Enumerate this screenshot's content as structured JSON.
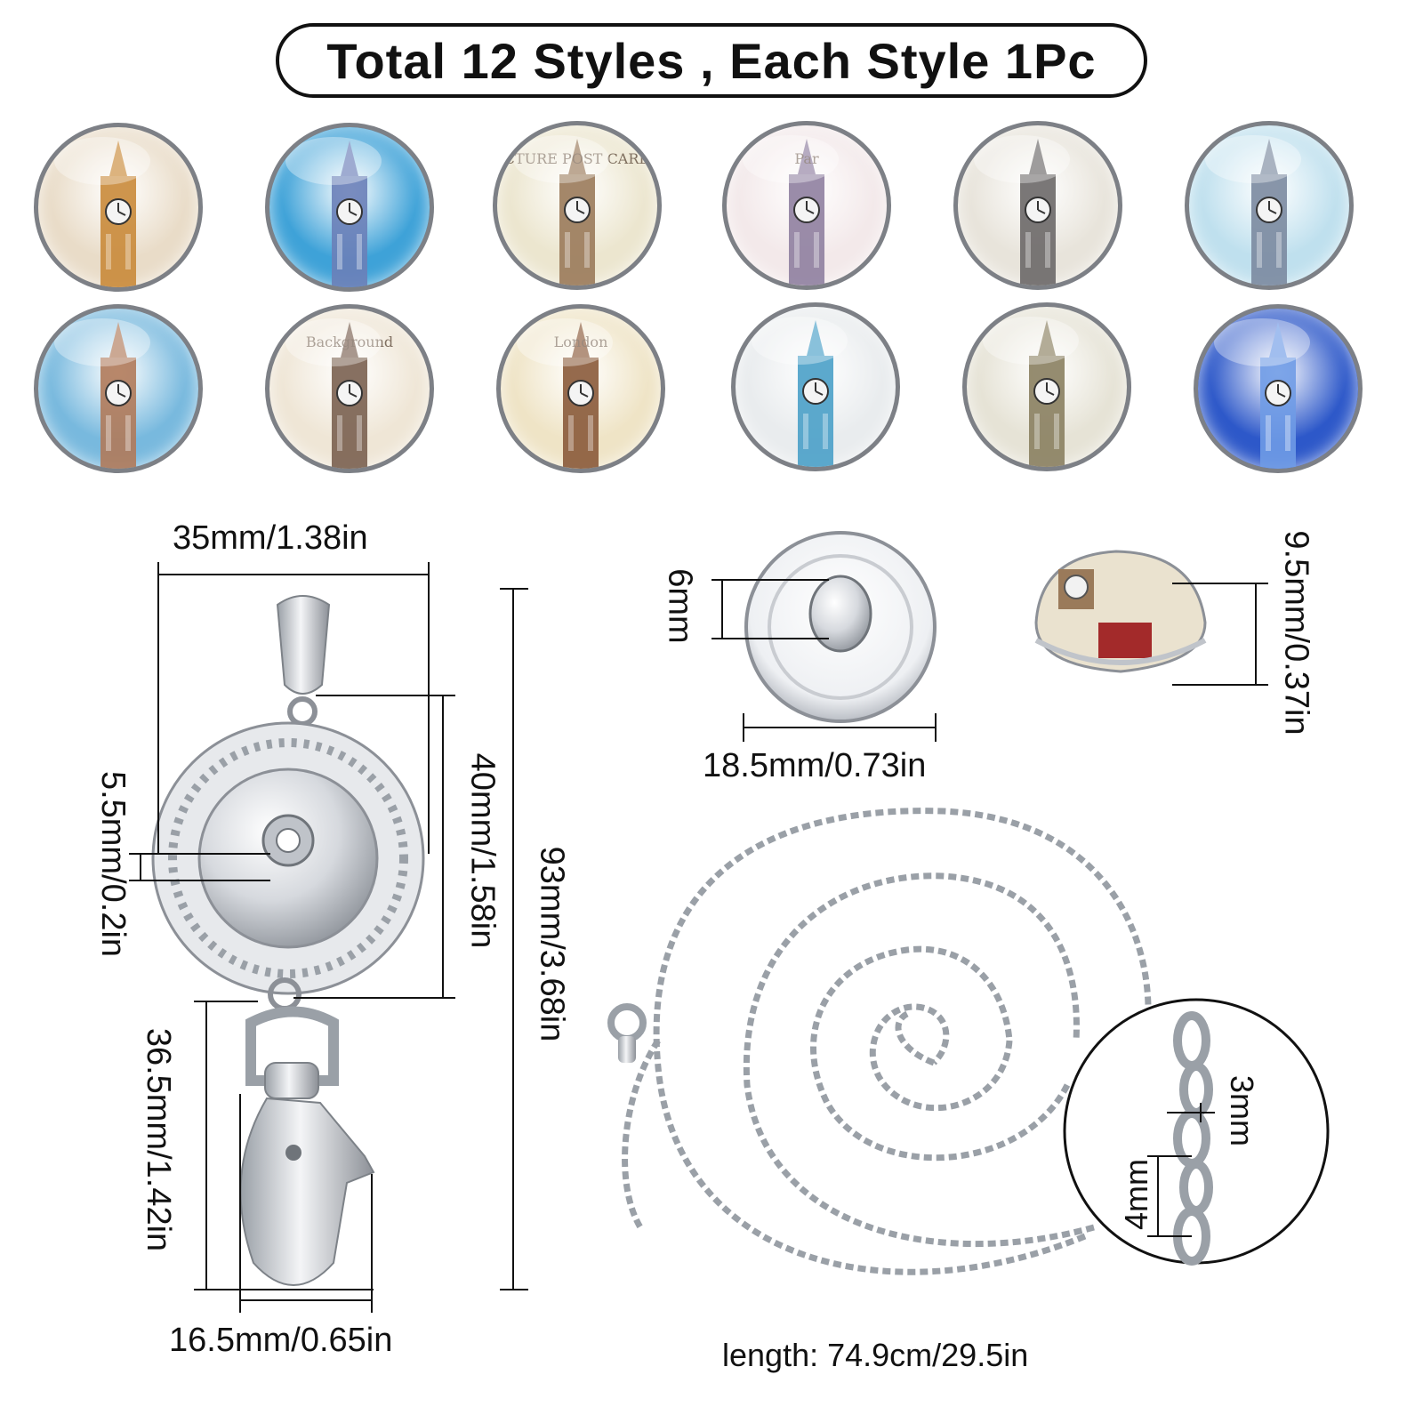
{
  "title": "Total 12 Styles , Each Style 1Pc",
  "cabochons": {
    "row1": [
      {
        "scene": "gold-tower",
        "bg": "#e9dcc8",
        "tower": "#c98a3a"
      },
      {
        "scene": "blue-sky-tower",
        "bg": "#3ea2d8",
        "tower": "#6a7fb8"
      },
      {
        "scene": "postcard-tower",
        "bg": "#ece6cf",
        "tower": "#9a7a5a",
        "text": "CTURE POST CARD"
      },
      {
        "scene": "paris-poppy",
        "bg": "#f3e9ea",
        "tower": "#8f7fa0",
        "text": "Par"
      },
      {
        "scene": "newspaper-balloon",
        "bg": "#e8e4db",
        "tower": "#6b6868"
      },
      {
        "scene": "pale-sky-tower",
        "bg": "#bfe0ee",
        "tower": "#7b8aa0"
      }
    ],
    "row2": [
      {
        "scene": "sky-tower-close",
        "bg": "#78b9de",
        "tower": "#b07a5a"
      },
      {
        "scene": "butterfly-background",
        "bg": "#efe6d6",
        "tower": "#7a6050",
        "text": "Background"
      },
      {
        "scene": "london-stamp",
        "bg": "#efe4c6",
        "tower": "#8a5a3a",
        "text": "London"
      },
      {
        "scene": "balloons-blue",
        "bg": "#e9ecee",
        "tower": "#4aa0c8"
      },
      {
        "scene": "rose-tower",
        "bg": "#e6e3d6",
        "tower": "#8a8060"
      },
      {
        "scene": "blue-clock",
        "bg": "#2d58c9",
        "tower": "#6f9be6"
      }
    ]
  },
  "dimensions": {
    "pendant_width": "35mm/1.38in",
    "pendant_height": "93mm/3.68in",
    "tray_height": "40mm/1.58in",
    "snap_hole": "5.5mm/0.2in",
    "clasp_height": "36.5mm/1.42in",
    "clasp_width": "16.5mm/0.65in",
    "snap_base_diameter": "18.5mm/0.73in",
    "snap_stud": "6mm",
    "snap_thickness": "9.5mm/0.37in",
    "chain_link_width": "3mm",
    "chain_link_length": "4mm",
    "chain_length": "length: 74.9cm/29.5in"
  },
  "colors": {
    "metal": "#c9ccd1",
    "metal_dark": "#8c9097",
    "line": "#111111"
  }
}
